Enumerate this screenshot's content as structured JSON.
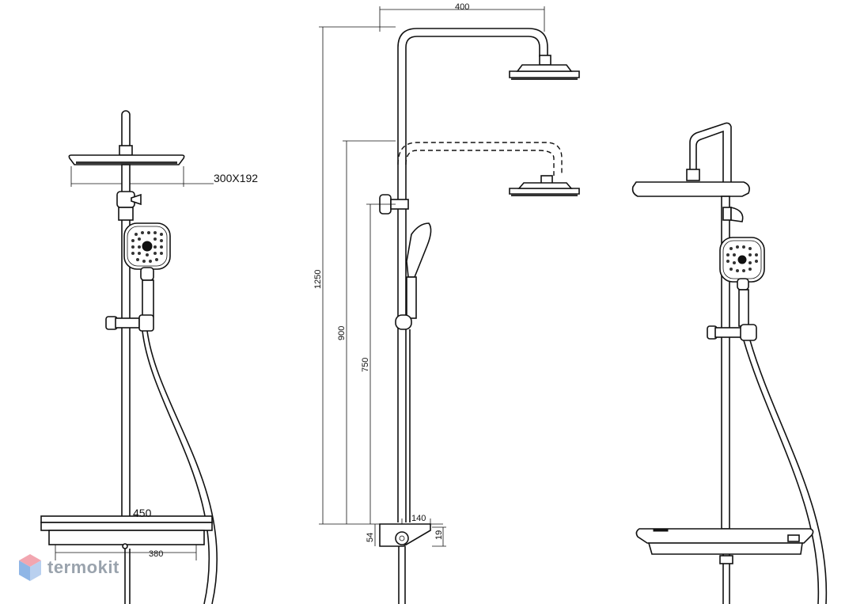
{
  "dimensions": {
    "head_size": "300X192",
    "arm_reach": "400",
    "total_height": "1250",
    "shelf_height_high": "900",
    "shelf_height_low": "750",
    "shelf_width": "450",
    "shelf_inner_width": "380",
    "shelf_depth": "140",
    "shelf_thickness": "54",
    "outlet_offset": "19"
  },
  "watermark": {
    "text": "termokit"
  },
  "colors": {
    "line": "#111111",
    "watermark_text": "#9aa3ad",
    "logo_top": "#f2a6b0",
    "logo_side": "#8fb6e6"
  }
}
